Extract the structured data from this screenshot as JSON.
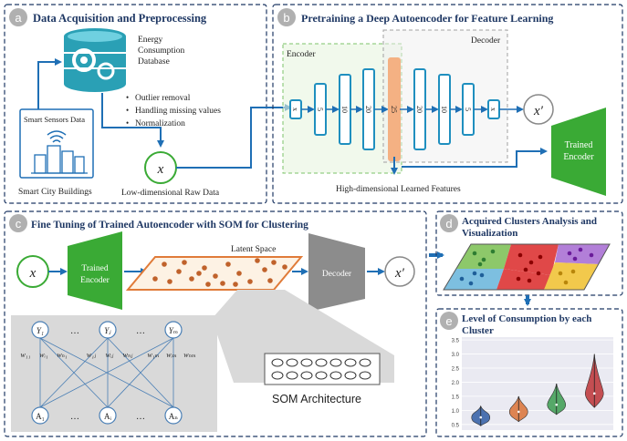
{
  "panel_a": {
    "badge": "a",
    "title": "Data Acquisition and Preprocessing",
    "database_label": [
      "Energy",
      "Consumption",
      "Database"
    ],
    "sensors_label": "Smart Sensors Data",
    "city_label": "Smart City Buildings",
    "preprocessing_steps": [
      "Outlier removal",
      "Handling missing values",
      "Normalization"
    ],
    "x_symbol": "x",
    "raw_data_label": "Low-dimensional Raw Data"
  },
  "panel_b": {
    "badge": "b",
    "title": "Pretraining a Deep Autoencoder for Feature Learning",
    "encoder_label": "Encoder",
    "decoder_label": "Decoder",
    "layers": [
      "x",
      "5",
      "10",
      "20",
      "25",
      "20",
      "10",
      "5",
      "x"
    ],
    "output_symbol": "x′",
    "trained_encoder_label": [
      "Trained",
      "Encoder"
    ],
    "features_label": "High-dimensional Learned Features"
  },
  "panel_c": {
    "badge": "c",
    "title": "Fine Tuning of Trained Autoencoder with SOM for Clustering",
    "input_symbol": "x",
    "trained_encoder_label": [
      "Trained",
      "Encoder"
    ],
    "latent_label": "Latent Space",
    "decoder_label": "Decoder",
    "output_symbol": "x′",
    "som_label": "SOM Architecture",
    "top_nodes": [
      "Y₁",
      "Yⱼ",
      "Yₘ"
    ],
    "bottom_nodes": [
      "A₁",
      "Aᵢ",
      "Aₙ"
    ],
    "ellipsis": "…",
    "weights": [
      "w₁₁",
      "wᵢ₁",
      "wₙ₁",
      "w₁ⱼ",
      "wᵢⱼ",
      "wₙⱼ",
      "w₁ₘ",
      "wᵢₘ",
      "wₙₘ"
    ]
  },
  "panel_d": {
    "badge": "d",
    "title": [
      "Acquired Clusters Analysis and",
      "Visualization"
    ]
  },
  "panel_e": {
    "badge": "e",
    "title": [
      "Level of Consumption by each",
      "Cluster"
    ],
    "y_ticks": [
      "3.5",
      "3.0",
      "2.5",
      "2.0",
      "1.5",
      "1.0",
      "0.5"
    ]
  },
  "colors": {
    "badge": "#b0b0b0",
    "dashed_border": "#1f3864",
    "arrow": "#1f6fb5",
    "layer_box": "#1f8fbf",
    "bottleneck": "#f4b183",
    "encoder_green": "#3aaa35",
    "latent_orange": "#e07b39",
    "decoder_gray": "#8c8c8c",
    "violin_blue": "#4c72b0",
    "violin_orange": "#dd8452",
    "violin_green": "#55a868",
    "violin_red": "#c44e52"
  },
  "chart_data": {
    "type": "violin",
    "y_ticks": [
      3.5,
      3.0,
      2.5,
      2.0,
      1.5,
      1.0,
      0.5
    ],
    "ylim": [
      0.3,
      3.6
    ],
    "series": [
      {
        "median": 0.75,
        "min": 0.45,
        "max": 1.15
      },
      {
        "median": 0.95,
        "min": 0.6,
        "max": 1.5
      },
      {
        "median": 1.2,
        "min": 0.85,
        "max": 1.95
      },
      {
        "median": 1.6,
        "min": 1.1,
        "max": 3.0
      }
    ]
  }
}
